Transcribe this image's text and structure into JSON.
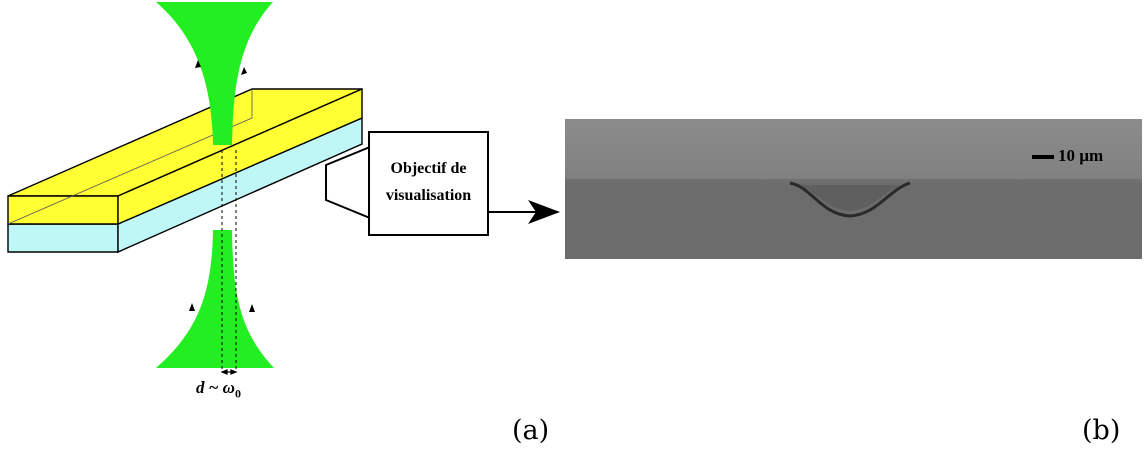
{
  "objective": {
    "line1": "Objectif de",
    "line2": "visualisation"
  },
  "scale_bar": {
    "label": "10 µm"
  },
  "waist": {
    "label": "d ~ ω",
    "subscript": "0"
  },
  "panels": {
    "a": "(a)",
    "b": "(b)"
  },
  "colors": {
    "beam": "#22ee22",
    "top_layer": "#ffff33",
    "bottom_layer": "#bff7f7",
    "micrograph_background": "#6f6f6f"
  }
}
